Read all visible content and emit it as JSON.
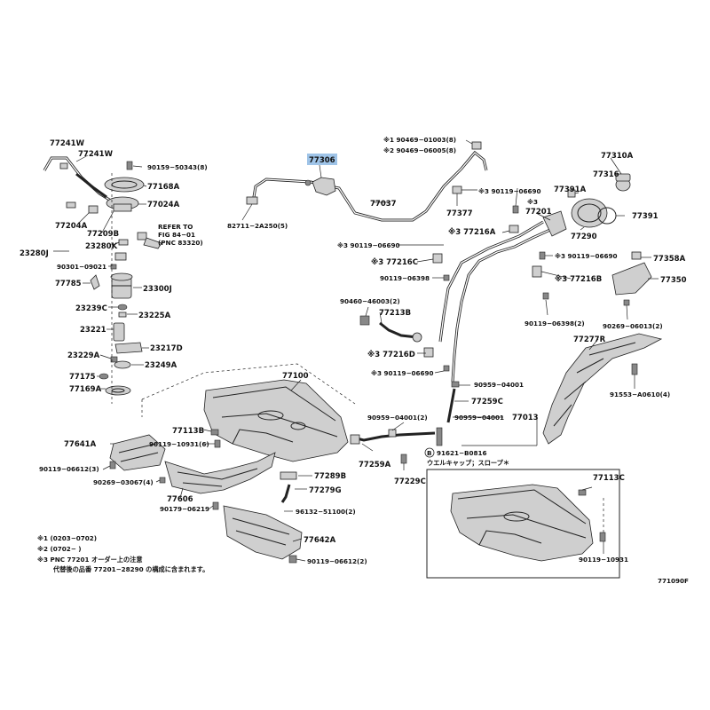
{
  "labels": {
    "p77241W_a": "77241W",
    "p77241W_b": "77241W",
    "p90159": "90159−50343(8)",
    "p77168A": "77168A",
    "p77024A": "77024A",
    "p77204A": "77204A",
    "p77209B": "77209B",
    "refer1": "REFER TO",
    "refer2": "FIG 84−01",
    "refer3": "(PNC 83320)",
    "p23280J": "23280J",
    "p23280K": "23280K",
    "p90301": "90301−09021",
    "p77785": "77785",
    "p23300J": "23300J",
    "p23239C": "23239C",
    "p23225A": "23225A",
    "p23221": "23221",
    "p23217D": "23217D",
    "p23229A": "23229A",
    "p23249A": "23249A",
    "p77175": "77175",
    "p77169A": "77169A",
    "p77306": "77306",
    "p82711": "82711−2A250(5)",
    "p77037": "77037",
    "n1_90469": "※1 90469−01003(8)",
    "n2_90469": "※2 90469−06005(8)",
    "p77377": "77377",
    "n3_90119_a": "※3 90119−06690",
    "n3_77201": "※3",
    "p77201": "77201",
    "p77391A": "77391A",
    "p77310A": "77310A",
    "p77316": "77316",
    "p77391": "77391",
    "p77290": "77290",
    "n3_90119_b": "※3 90119−06690",
    "n3_77216A": "※3 77216A",
    "n3_77216C": "※3 77216C",
    "p90119_06398_a": "90119−06398",
    "n3_90119_c": "※3 90119−06690",
    "p77358A": "77358A",
    "n3_77216B": "※3 77216B",
    "p77350": "77350",
    "p90119_06398_2": "90119−06398(2)",
    "p90269_06013": "90269−06013(2)",
    "p90460": "90460−46003(2)",
    "p77213B": "77213B",
    "n3_77216D": "※3 77216D",
    "n3_90119_d": "※3 90119−06690",
    "p77277R": "77277R",
    "p77100": "77100",
    "p90959_a": "90959−04001",
    "p77259C": "77259C",
    "p91553": "91553−A0610(4)",
    "p77113B": "77113B",
    "p90959_b": "90959−04001(2)",
    "p90959_c": "90959−04001",
    "p77013": "77013",
    "p77641A": "77641A",
    "p90119_10931_6": "90119−10931(6)",
    "p77259A": "77259A",
    "p91621": "91621−B0816",
    "jp_cap": "ウエルキャップ；スロープ＊",
    "circB": "B",
    "p90119_06612_3": "90119−06612(3)",
    "p77289B": "77289B",
    "p77229C": "77229C",
    "p90269_03067": "90269−03067(4)",
    "p77606": "77606",
    "p77279G": "77279G",
    "p90179": "90179−06219",
    "p96132": "96132−51100(2)",
    "p77642A": "77642A",
    "p90119_06612_2": "90119−06612(2)",
    "p77113C": "77113C",
    "p90119_10931": "90119−10931"
  },
  "footnotes": {
    "n1": "※1 (0203−0702)",
    "n2": "※2 (0702−     )",
    "n3": "※3 PNC 77201 オーダー上の注意",
    "n3b": "代替後の品番 77201−28290 の構成に含まれます。"
  },
  "figure_code": "771090F",
  "colors": {
    "highlight": "#9fc4e8",
    "line": "#222222"
  }
}
